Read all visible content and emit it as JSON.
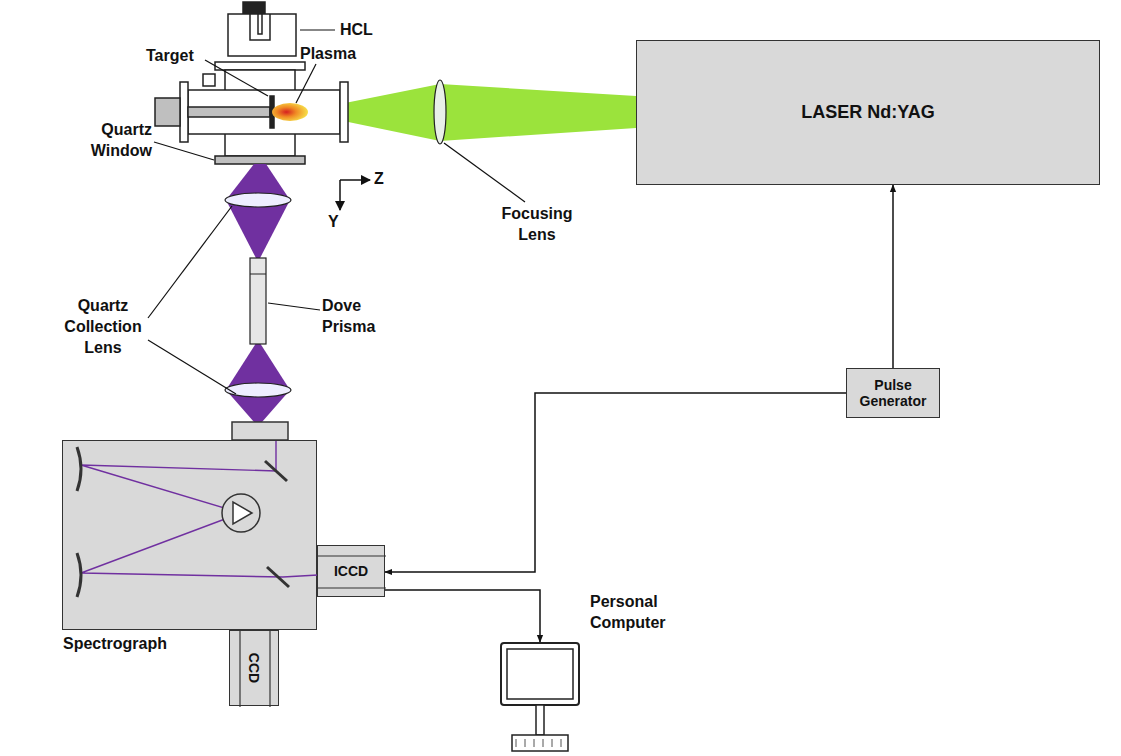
{
  "diagram": {
    "nodes": [
      {
        "text": [
          "LASER Nd:YAG"
        ]
      },
      {
        "text": [
          "Pulse Generator"
        ]
      },
      {
        "text": [
          "Spectrograph"
        ]
      },
      {
        "text": [
          "ICCD"
        ]
      },
      {
        "text": [
          "CCD"
        ]
      },
      {
        "text": [
          "Personal Computer"
        ]
      }
    ],
    "edges": [
      {
        "from": 1,
        "to": 0,
        "arrow": "to"
      },
      {
        "from": 1,
        "to": 3,
        "arrow": "to"
      },
      {
        "from": 3,
        "to": 5,
        "arrow": "to"
      }
    ],
    "labels": [
      "HCL",
      "Target",
      "Plasma",
      "Quartz Window",
      "Z",
      "Y",
      "Focusing Lens",
      "Quartz Collection Lens",
      "Dove Prisma"
    ]
  }
}
